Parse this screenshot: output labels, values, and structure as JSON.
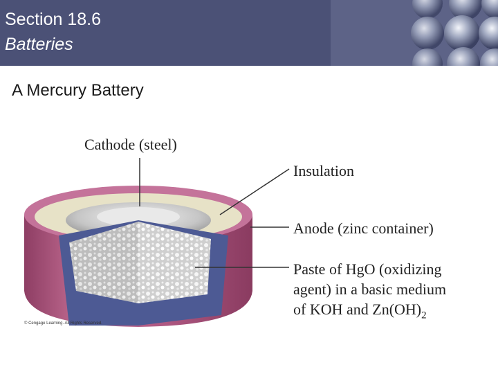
{
  "header": {
    "section": "Section 18.6",
    "topic": "Batteries"
  },
  "slide": {
    "title": "A Mercury Battery"
  },
  "diagram": {
    "labels": {
      "cathode": "Cathode (steel)",
      "insulation": "Insulation",
      "anode": "Anode (zinc container)",
      "paste_line1": "Paste of HgO (oxidizing",
      "paste_line2": "agent) in a basic medium",
      "paste_line3_prefix": "of KOH and Zn(OH)",
      "paste_line3_sub": "2"
    },
    "copyright": "© Cengage Learning. All Rights Reserved."
  },
  "colors": {
    "header": "#4b5176",
    "casing": "#b55d86",
    "anode": "#4d5a94",
    "cathode": "#d8d8d8",
    "insulation": "#e7e2c7"
  }
}
